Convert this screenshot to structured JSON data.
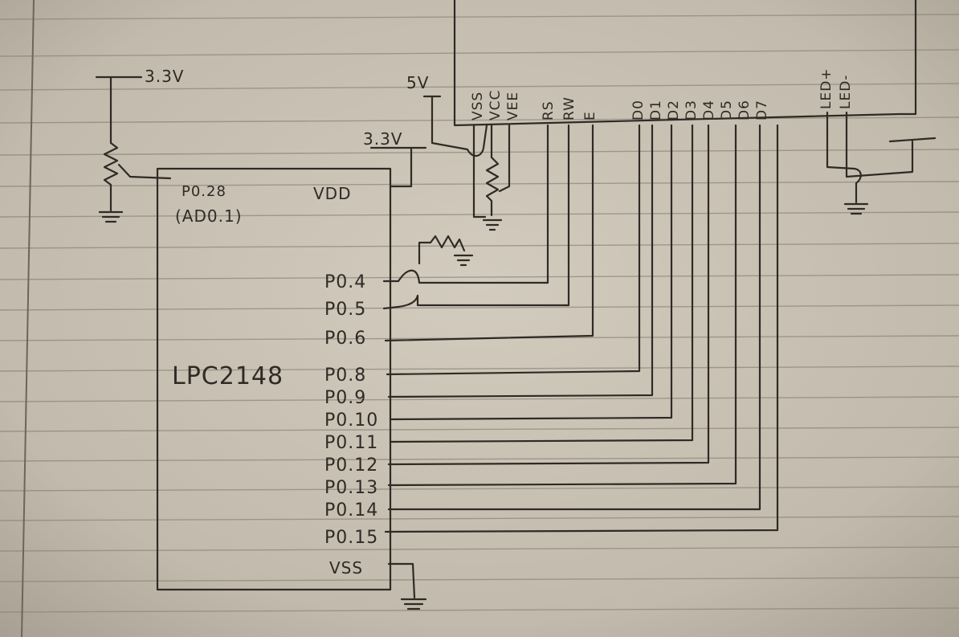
{
  "mcu": {
    "name": "LPC2148",
    "vdd": "VDD",
    "vss": "VSS",
    "adc_pin": "P0.28",
    "adc_pin_fn": "(AD0.1)"
  },
  "supplies": {
    "pot_supply": "3.3V",
    "mcu_supply": "3.3V",
    "lcd_supply": "5V"
  },
  "mcu_pins": [
    "P0.4",
    "P0.5",
    "P0.6",
    "P0.8",
    "P0.9",
    "P0.10",
    "P0.11",
    "P0.12",
    "P0.13",
    "P0.14",
    "P0.15"
  ],
  "lcd_pins": [
    "VSS",
    "VCC",
    "VEE",
    "RS",
    "RW",
    "E",
    "D0",
    "D1",
    "D2",
    "D3",
    "D4",
    "D5",
    "D6",
    "D7",
    "LED+",
    "LED-"
  ],
  "colors": {
    "paper": "#c9c1b4",
    "ink": "#2f2a25",
    "ruling": "#8f877b",
    "margin": "#6d655a"
  }
}
